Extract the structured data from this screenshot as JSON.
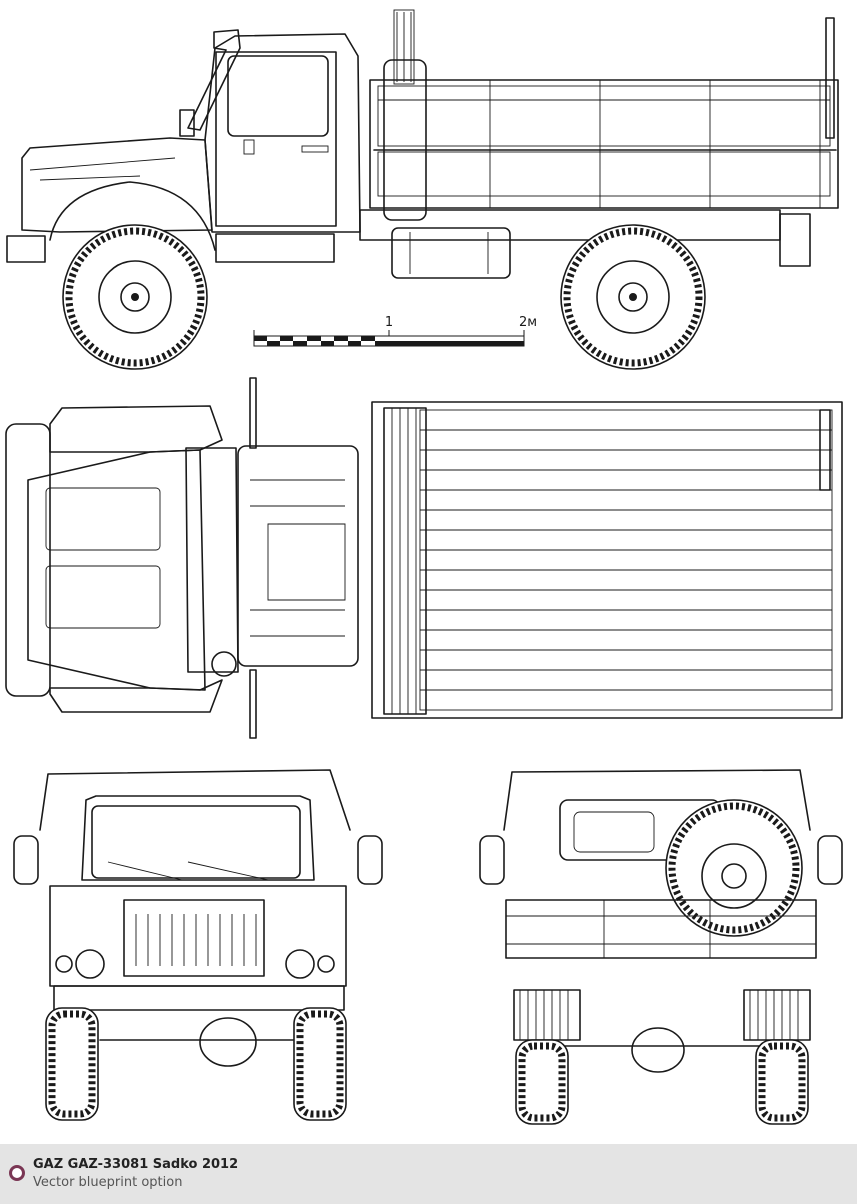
{
  "scale_bar": {
    "mark_1": "1",
    "mark_2": "2м"
  },
  "footer": {
    "title": "GAZ GAZ-33081 Sadko 2012",
    "subtitle": "Vector blueprint option",
    "icon": "circle-bullet-icon",
    "accent_color": "#7a3654",
    "background_color": "#e4e4e4"
  }
}
